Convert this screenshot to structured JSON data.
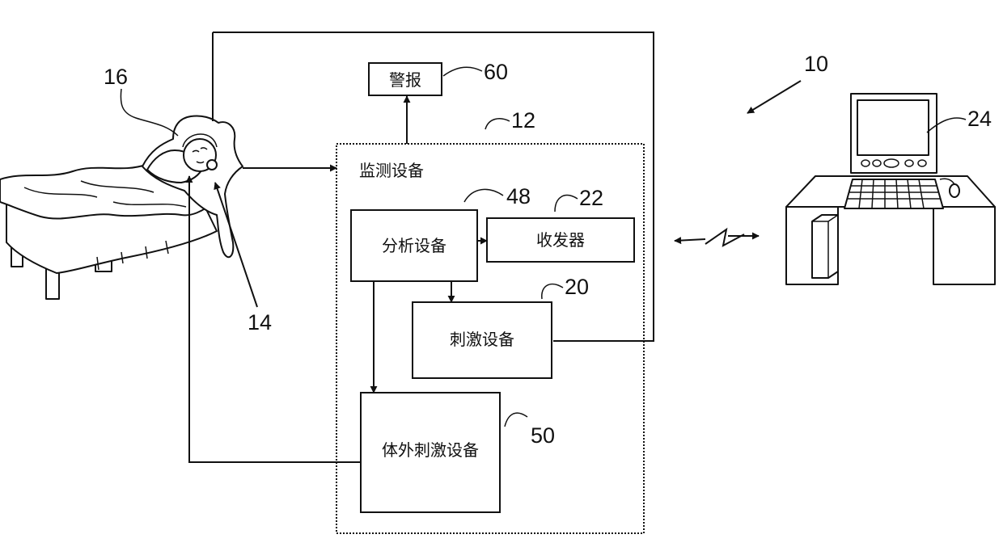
{
  "labels": {
    "alarm": "警报",
    "monitoring_device": "监测设备",
    "analysis_device": "分析设备",
    "transceiver": "收发器",
    "stimulation_device": "刺激设备",
    "external_stimulation_device": "体外刺激设备"
  },
  "refs": {
    "system": "10",
    "monitoring_device": "12",
    "sensor": "14",
    "patient": "16",
    "stimulation_device": "20",
    "transceiver": "22",
    "computer": "24",
    "analysis_device": "48",
    "external_stimulation_device": "50",
    "alarm": "60"
  }
}
